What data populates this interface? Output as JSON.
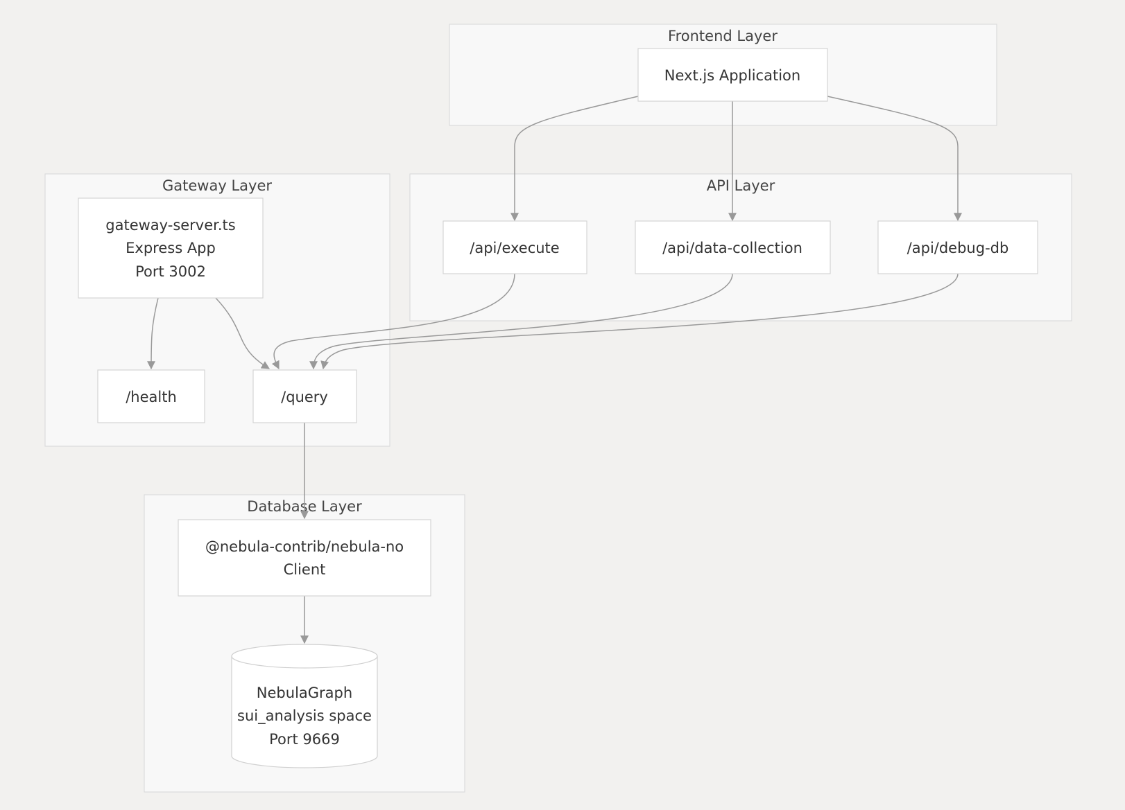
{
  "clusters": {
    "frontend": {
      "label": "Frontend Layer"
    },
    "gateway": {
      "label": "Gateway Layer"
    },
    "api": {
      "label": "API Layer"
    },
    "database": {
      "label": "Database Layer"
    }
  },
  "nodes": {
    "nextjs": {
      "lines": [
        "Next.js Application"
      ]
    },
    "gateway_server": {
      "lines": [
        "gateway-server.ts",
        "Express App",
        "Port 3002"
      ]
    },
    "health": {
      "lines": [
        "/health"
      ]
    },
    "query": {
      "lines": [
        "/query"
      ]
    },
    "api_execute": {
      "lines": [
        "/api/execute"
      ]
    },
    "api_data_collection": {
      "lines": [
        "/api/data-collection"
      ]
    },
    "api_debug_db": {
      "lines": [
        "/api/debug-db"
      ]
    },
    "nebula_client": {
      "lines": [
        "@nebula-contrib/nebula-no",
        "Client"
      ]
    },
    "nebula_graph": {
      "lines": [
        "NebulaGraph",
        "sui_analysis space",
        "Port 9669"
      ]
    }
  },
  "edges": [
    {
      "from": "nextjs",
      "to": "api_execute"
    },
    {
      "from": "nextjs",
      "to": "api_data_collection"
    },
    {
      "from": "nextjs",
      "to": "api_debug_db"
    },
    {
      "from": "gateway_server",
      "to": "health"
    },
    {
      "from": "gateway_server",
      "to": "query"
    },
    {
      "from": "api_execute",
      "to": "query"
    },
    {
      "from": "api_data_collection",
      "to": "query"
    },
    {
      "from": "api_debug_db",
      "to": "query"
    },
    {
      "from": "query",
      "to": "nebula_client"
    },
    {
      "from": "nebula_client",
      "to": "nebula_graph"
    }
  ]
}
